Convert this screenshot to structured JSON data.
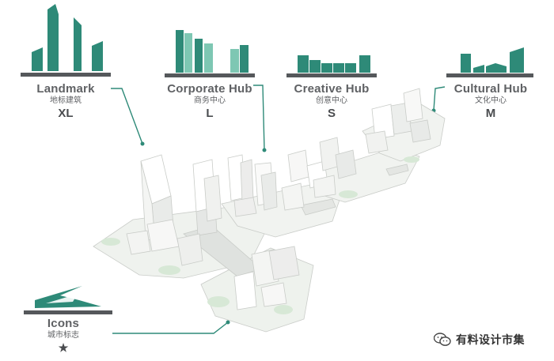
{
  "colors": {
    "teal": "#2e8a78",
    "teal_light": "#7ec7b3",
    "gray_bar": "#55585b"
  },
  "categories": [
    {
      "title": "Landmark",
      "cn": "地标建筑",
      "scale": "XL"
    },
    {
      "title": "Corporate Hub",
      "cn": "商务中心",
      "scale": "L"
    },
    {
      "title": "Creative Hub",
      "cn": "创意中心",
      "scale": "S"
    },
    {
      "title": "Cultural Hub",
      "cn": "文化中心",
      "scale": "M"
    },
    {
      "title": "Icons",
      "cn": "城市标志",
      "scale": "★"
    }
  ],
  "watermark": {
    "text": "有料设计市集",
    "icon": "wechat-icon"
  }
}
